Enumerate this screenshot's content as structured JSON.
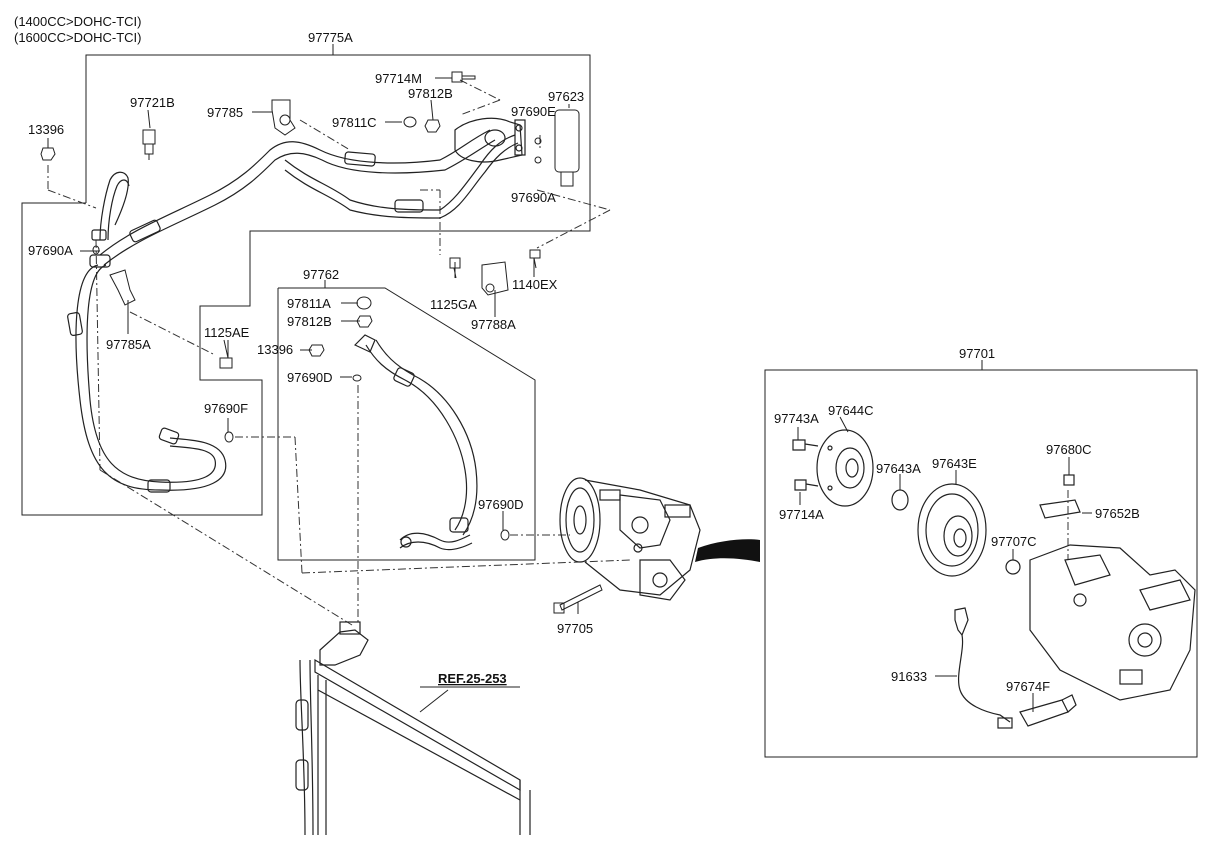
{
  "engine_notes": [
    "(1400CC>DOHC-TCI)",
    "(1600CC>DOHC-TCI)"
  ],
  "reference": "REF.25-253",
  "groups": {
    "suction_hose_assembly": "97775A",
    "discharge_hose_assembly": "97762",
    "compressor_assembly": "97701"
  },
  "parts": {
    "p97714M": "97714M",
    "p97812B_top": "97812B",
    "p97785": "97785",
    "p97811C": "97811C",
    "p97690E": "97690E",
    "p97623": "97623",
    "p97690A_top": "97690A",
    "p97721B": "97721B",
    "p13396_left": "13396",
    "p97690A_left": "97690A",
    "p1125GA": "1125GA",
    "p1140EX": "1140EX",
    "p97788A": "97788A",
    "p97811A": "97811A",
    "p97812B_mid": "97812B",
    "p13396_mid": "13396",
    "p97690D_mid": "97690D",
    "p1125AE": "1125AE",
    "p97785A": "97785A",
    "p97690F": "97690F",
    "p97690D_right": "97690D",
    "p97705": "97705",
    "p97743A": "97743A",
    "p97644C": "97644C",
    "p97643A": "97643A",
    "p97643E": "97643E",
    "p97680C": "97680C",
    "p97714A": "97714A",
    "p97652B": "97652B",
    "p97707C": "97707C",
    "p91633": "91633",
    "p97674F": "97674F"
  }
}
